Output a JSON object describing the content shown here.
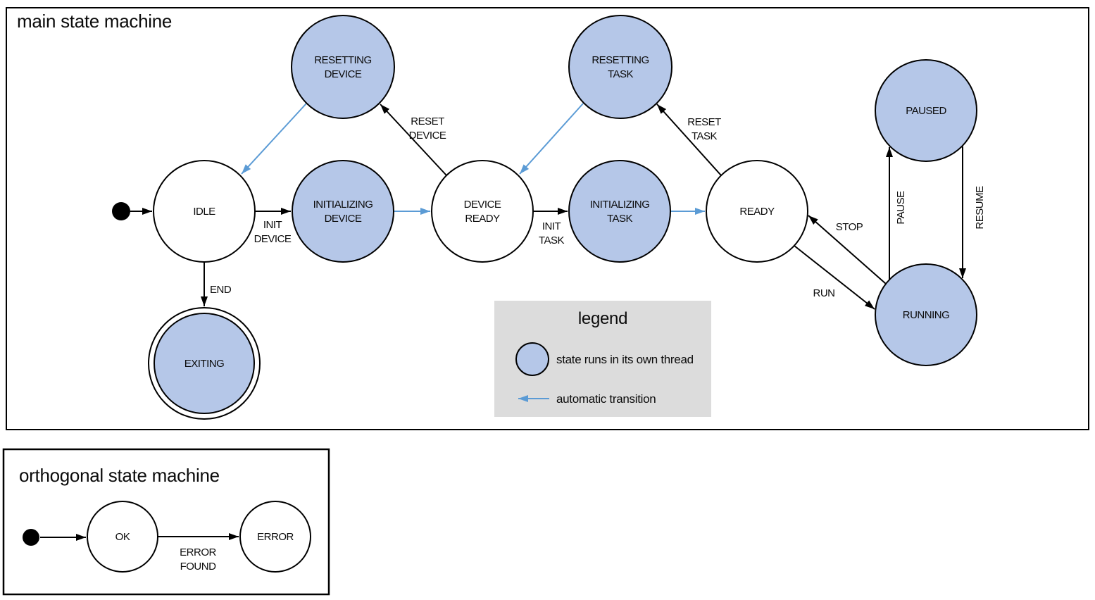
{
  "colors": {
    "threaded_state_fill": "#b5c7e8",
    "normal_state_fill": "#ffffff",
    "outline": "#000000",
    "automatic_transition_blue": "#5b9bd5",
    "legend_background": "#dcdcdc"
  },
  "main_machine": {
    "title": "main state machine",
    "states": {
      "idle": {
        "label": "IDLE"
      },
      "resetting_device": {
        "lines": [
          "RESETTING",
          "DEVICE"
        ]
      },
      "initializing_device": {
        "lines": [
          "INITIALIZING",
          "DEVICE"
        ]
      },
      "device_ready": {
        "lines": [
          "DEVICE",
          "READY"
        ]
      },
      "resetting_task": {
        "lines": [
          "RESETTING",
          "TASK"
        ]
      },
      "initializing_task": {
        "lines": [
          "INITIALIZING",
          "TASK"
        ]
      },
      "ready": {
        "label": "READY"
      },
      "paused": {
        "label": "PAUSED"
      },
      "running": {
        "label": "RUNNING"
      },
      "exiting": {
        "label": "EXITING"
      }
    },
    "transitions": {
      "init_device": {
        "lines": [
          "INIT",
          "DEVICE"
        ]
      },
      "reset_device": {
        "lines": [
          "RESET",
          "DEVICE"
        ]
      },
      "init_task": {
        "lines": [
          "INIT",
          "TASK"
        ]
      },
      "reset_task": {
        "lines": [
          "RESET",
          "TASK"
        ]
      },
      "end": {
        "label": "END"
      },
      "stop": {
        "label": "STOP"
      },
      "run": {
        "label": "RUN"
      },
      "pause": {
        "label": "PAUSE"
      },
      "resume": {
        "label": "RESUME"
      }
    }
  },
  "legend": {
    "title": "legend",
    "threaded_state_label": "state runs in its own thread",
    "automatic_transition_label": "automatic transition"
  },
  "orthogonal_machine": {
    "title": "orthogonal state machine",
    "states": {
      "ok": {
        "label": "OK"
      },
      "error": {
        "label": "ERROR"
      }
    },
    "transitions": {
      "error_found": {
        "lines": [
          "ERROR",
          "FOUND"
        ]
      }
    }
  }
}
